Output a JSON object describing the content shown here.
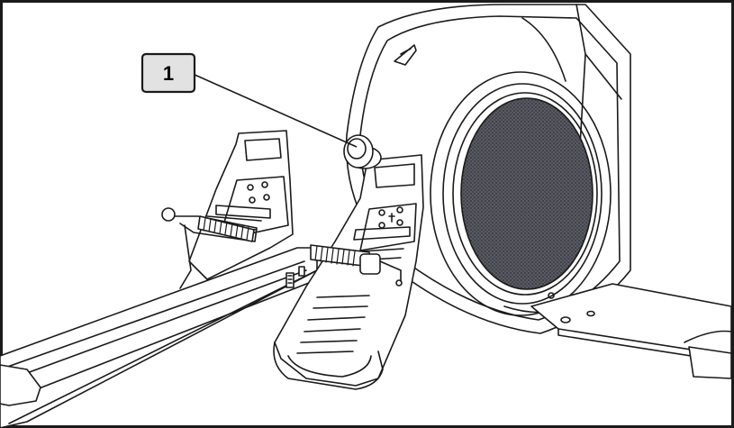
{
  "callouts": [
    {
      "number": "1",
      "target": "adjustment-knob"
    }
  ],
  "colors": {
    "line": "#1a1a1a",
    "callout_fill": "#e2e2e2",
    "background": "#ffffff",
    "mesh": "#4a4a52"
  },
  "parts": [
    "rail",
    "left-pedal",
    "right-pedal",
    "foot-strap",
    "flywheel-housing",
    "fan-cover-mesh",
    "adjustment-knob",
    "rear-stabilizer",
    "frame-border"
  ]
}
